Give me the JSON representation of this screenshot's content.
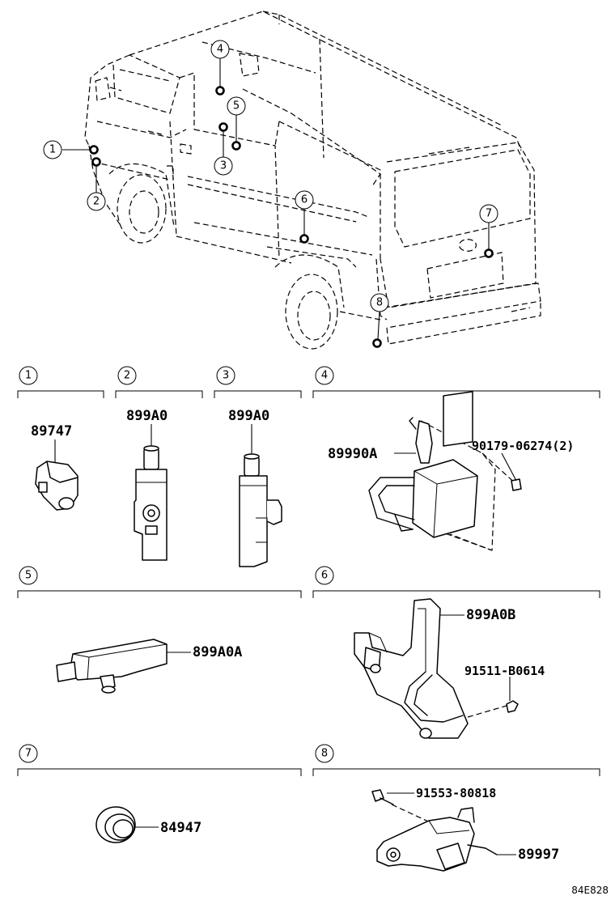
{
  "callouts": {
    "c1": "1",
    "c2": "2",
    "c3": "3",
    "c4": "4",
    "c5": "5",
    "c6": "6",
    "c7": "7",
    "c8": "8"
  },
  "sections": {
    "s1": "1",
    "s2": "2",
    "s3": "3",
    "s4": "4",
    "s5": "5",
    "s6": "6",
    "s7": "7",
    "s8": "8"
  },
  "parts": {
    "p1": "89747",
    "p2": "899A0",
    "p3": "899A0",
    "p4a": "89990A",
    "p4b": "90179-06274(2)",
    "p5": "899A0A",
    "p6a": "899A0B",
    "p6b": "91511-B0614",
    "p7": "84947",
    "p8a": "91553-80818",
    "p8b": "89997"
  },
  "illustration_code": "84E828"
}
